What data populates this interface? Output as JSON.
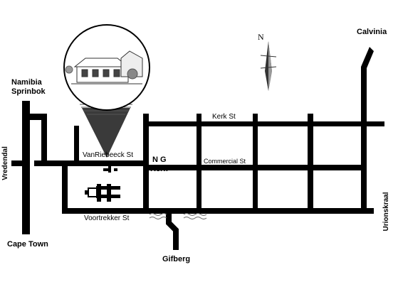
{
  "colors": {
    "road": "#000000",
    "background": "#ffffff",
    "river": "#666666"
  },
  "icons": {
    "compass": "north-arrow-icon",
    "church": "church-icon",
    "locator": "photo-locator-icon"
  },
  "compass": {
    "letter": "N"
  },
  "towns": {
    "calvinia": "Calvinia",
    "namibia": "Namibia",
    "springbok": "Sprinbok",
    "vredendal": "Vredendal",
    "cape_town": "Cape Town",
    "gifberg": "Gifberg",
    "urionskraal": "Urionskraal"
  },
  "streets": {
    "kerk": "Kerk St",
    "vanriebeeck": "VanRiebeeck St",
    "commercial": "Commercial St",
    "voortrekker": "Voortrekker St"
  },
  "landmarks": {
    "ng_kerk_line1": "N G",
    "ng_kerk_line2": "Kerk"
  }
}
